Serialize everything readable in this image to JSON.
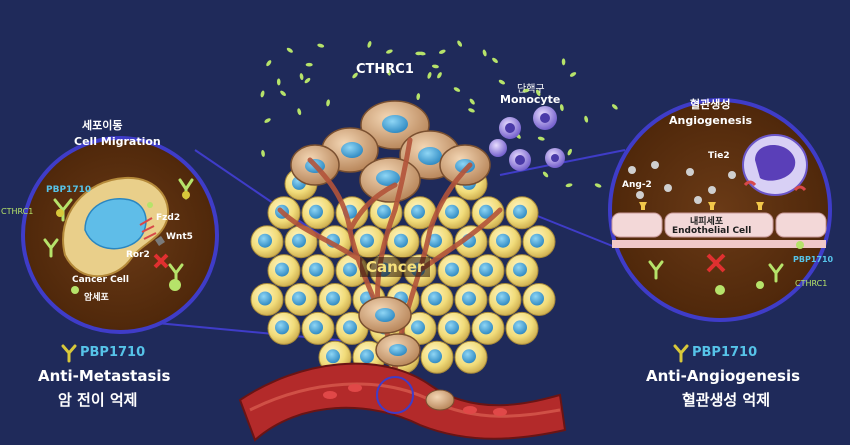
{
  "top": {
    "cthrc1": "CTHRC1"
  },
  "monocyte": {
    "korean": "단핵구",
    "english": "Monocyte"
  },
  "left_panel": {
    "title_korean": "세포이동",
    "title_english": "Cell Migration",
    "pbp_label": "PBP1710",
    "cthrc1_label": "CTHRC1",
    "fzd2": "Fzd2",
    "wnt5": "Wnt5",
    "ror2": "Ror2",
    "cell_english": "Cancer Cell",
    "cell_korean": "암세포"
  },
  "right_panel": {
    "title_korean": "혈관생성",
    "title_english": "Angiogenesis",
    "tie2": "Tie2",
    "ang2": "Ang-2",
    "endo_korean": "내피세포",
    "endo_english": "Endothelial Cell",
    "pbp_label": "PBP1710",
    "cthrc1_label": "CTHRC1"
  },
  "center": {
    "cancer": "Cancer"
  },
  "left_caption": {
    "pbp": "PBP1710",
    "english": "Anti-Metastasis",
    "korean": "암 전이 억제"
  },
  "right_caption": {
    "pbp": "PBP1710",
    "english": "Anti-Angiogenesis",
    "korean": "혈관생성 억제"
  },
  "colors": {
    "background": "#1f2a5a",
    "panel_fill": "#5a2f10",
    "panel_border": "#3f3cc8",
    "cell_yellow": "#f1dc7a",
    "nucleus_blue": "#3aa6d6",
    "label_cyan": "#56c3e8",
    "cthrc1_green": "#b6e36a"
  }
}
